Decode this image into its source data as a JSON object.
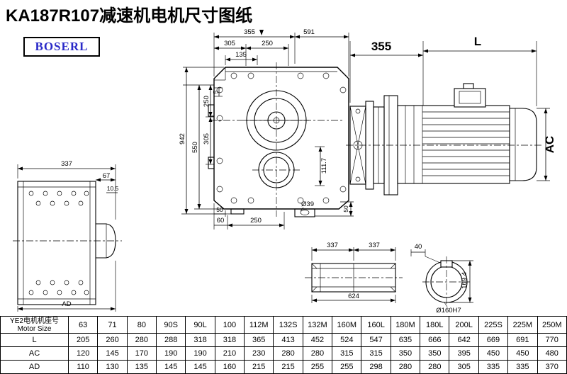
{
  "page": {
    "title": "KA187R107减速机电机尺寸图纸",
    "logo_text": "BOSERL",
    "logo_color": "#2929c8",
    "line_color": "#000000",
    "background": "#ffffff"
  },
  "dims": {
    "side": {
      "width": "337",
      "d67": "67",
      "d10_5": "10.5",
      "ad": "AD"
    },
    "front": {
      "d355": "355",
      "d591": "591",
      "d305_top": "305",
      "d250_top": "250",
      "d135": "135",
      "d250_left": "250",
      "d5": "5",
      "d305_left": "305",
      "d550": "550",
      "d942": "942",
      "d111_7": "111.7",
      "d50_bl": "50",
      "d60": "60",
      "d250_bottom": "250",
      "d39": "Ø39",
      "d50_br": "50"
    },
    "motor": {
      "d355": "355",
      "l": "L",
      "ac": "AC"
    },
    "shaft": {
      "d337_a": "337",
      "d337_b": "337",
      "d624": "624"
    },
    "section": {
      "d40": "40",
      "d169_4": "169.4",
      "bore": "Ø160H7"
    }
  },
  "table": {
    "header_cn": "YE2电机机座号",
    "header_en": "Motor Size",
    "columns": [
      "63",
      "71",
      "80",
      "90S",
      "90L",
      "100",
      "112M",
      "132S",
      "132M",
      "160M",
      "160L",
      "180M",
      "180L",
      "200L",
      "225S",
      "225M",
      "250M"
    ],
    "rows": [
      {
        "label": "L",
        "values": [
          "205",
          "260",
          "280",
          "288",
          "318",
          "318",
          "365",
          "413",
          "452",
          "524",
          "547",
          "635",
          "666",
          "642",
          "669",
          "691",
          "770"
        ]
      },
      {
        "label": "AC",
        "values": [
          "120",
          "145",
          "170",
          "190",
          "190",
          "210",
          "230",
          "280",
          "280",
          "315",
          "315",
          "350",
          "350",
          "395",
          "450",
          "450",
          "480"
        ]
      },
      {
        "label": "AD",
        "values": [
          "110",
          "130",
          "135",
          "145",
          "145",
          "160",
          "215",
          "215",
          "255",
          "255",
          "298",
          "280",
          "280",
          "305",
          "335",
          "335",
          "370"
        ]
      }
    ]
  }
}
